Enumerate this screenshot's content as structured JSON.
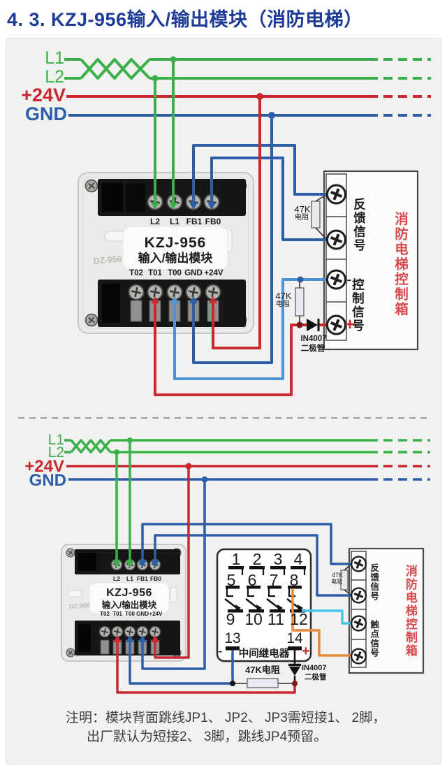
{
  "title": "4. 3. KZJ-956输入/输出模块（消防电梯）",
  "colors": {
    "green": "#3bb04a",
    "red": "#c9292e",
    "blue": "#2c5fa8",
    "lightblue": "#4f93d6",
    "cyan": "#47c5e8",
    "orange": "#e78a3e",
    "title-blue": "#1d3a96",
    "box-red": "#d8494d"
  },
  "bus": {
    "l1": "L1",
    "l2": "L2",
    "v24": "+24V",
    "gnd": "GND"
  },
  "module": {
    "model": "KZJ-956",
    "name": "输入/输出模块",
    "emboss": "DZ-956",
    "top_terminals": [
      "L2",
      "L1",
      "FB1",
      "FB0"
    ],
    "bottom_terminals": [
      "T02",
      "T01",
      "T00",
      "GND",
      "+24V"
    ]
  },
  "components": {
    "resistor_value": "47K",
    "resistor_word": "电阻",
    "resistor_label": "47K电阻",
    "diode_model": "IN4007",
    "diode_word": "二极管"
  },
  "control_box": {
    "feedback": "反馈信号",
    "control": "控制信号",
    "contact": "触点信号",
    "minus": "-",
    "plus": "+",
    "title": "消防电梯控制箱"
  },
  "relay": {
    "title": "中间继电器",
    "pins_row1": [
      "1",
      "2",
      "3",
      "4"
    ],
    "pins_row2": [
      "5",
      "6",
      "7",
      "8"
    ],
    "pins_row3": [
      "9",
      "10",
      "11",
      "12"
    ],
    "coil": [
      "13",
      "14"
    ],
    "minus": "-",
    "plus": "+"
  },
  "note": {
    "line1": "注明：模块背面跳线JP1、 JP2、 JP3需短接1、 2脚，",
    "line2": "出厂默认为短接2、 3脚，跳线JP4预留。"
  }
}
